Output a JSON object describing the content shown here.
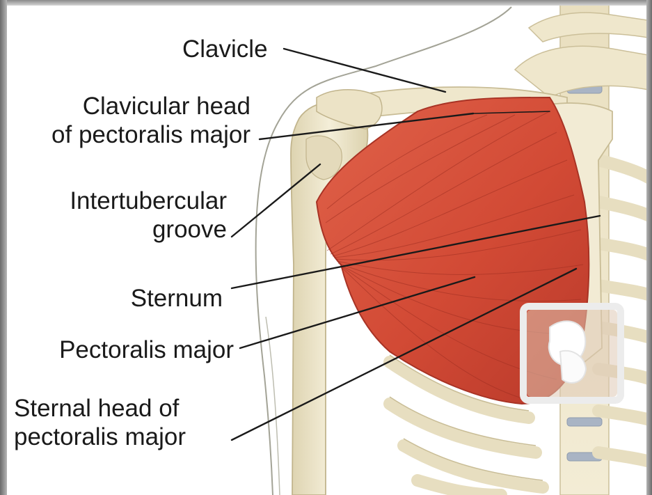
{
  "labels": {
    "clavicle": "Clavicle",
    "clavicular_head_line1": "Clavicular head",
    "clavicular_head_line2": "of pectoralis major",
    "intertubercular_line1": "Intertubercular",
    "intertubercular_line2": "groove",
    "sternum": "Sternum",
    "pectoralis_major": "Pectoralis major",
    "sternal_head_line1": "Sternal head of",
    "sternal_head_line2": "pectoralis major"
  },
  "colors": {
    "muscle": "#d8503a",
    "muscle_dark": "#b43426",
    "bone": "#efe8cf",
    "bone_shadow": "#cdc3a0",
    "skin_outline": "#9a9a8e",
    "leader_line": "#1a1a1a"
  }
}
